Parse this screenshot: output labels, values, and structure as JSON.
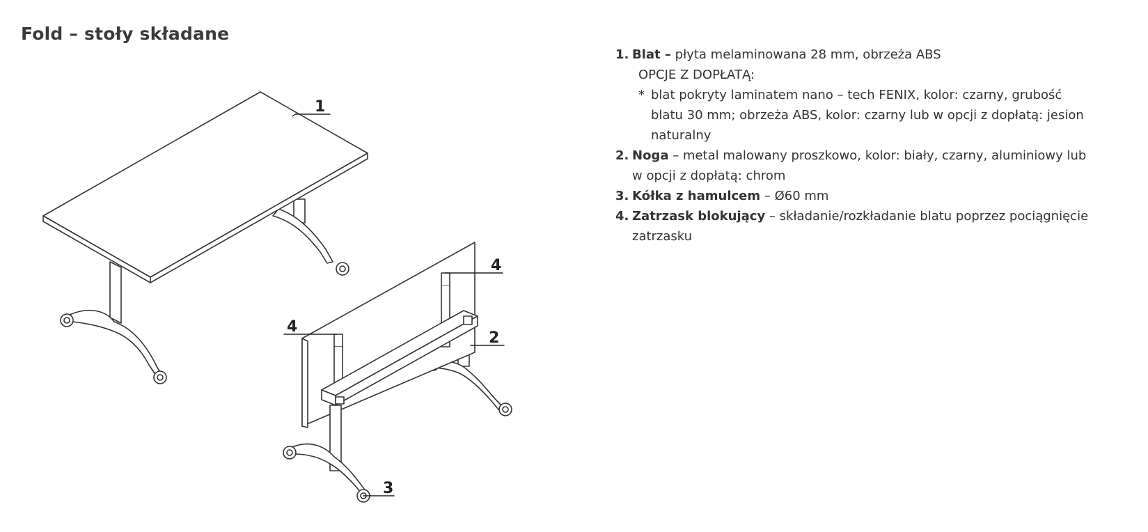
{
  "page": {
    "title": "Fold – stoły składane"
  },
  "specs": {
    "item1": {
      "number": "1.",
      "term": "Blat –",
      "text": "płyta melaminowana 28 mm, obrzeża ABS",
      "options_heading": "OPCJE Z DOPŁATĄ:",
      "option_bullet": "*",
      "option_line1": "blat pokryty laminatem nano – tech FENIX, kolor: czarny, grubość",
      "option_line2": "blatu 30 mm; obrzeża ABS, kolor: czarny lub w opcji z dopłatą: jesion",
      "option_line3": "naturalny"
    },
    "item2": {
      "number": "2.",
      "term": "Noga",
      "text_line1": "– metal malowany proszkowo, kolor: biały, czarny, aluminiowy lub",
      "text_line2": "w opcji z dopłatą: chrom"
    },
    "item3": {
      "number": "3.",
      "term": "Kółka z hamulcem",
      "text": "– Ø60 mm"
    },
    "item4": {
      "number": "4.",
      "term": "Zatrzask blokujący",
      "text_line1": "– składanie/rozkładanie blatu poprzez pociągnięcie",
      "text_line2": "zatrzasku"
    }
  },
  "drawing": {
    "callouts": {
      "top": "1",
      "leg": "2",
      "caster": "3",
      "latch_left": "4",
      "latch_right": "4"
    },
    "stroke_color": "#333333",
    "fill_color": "#ffffff"
  }
}
